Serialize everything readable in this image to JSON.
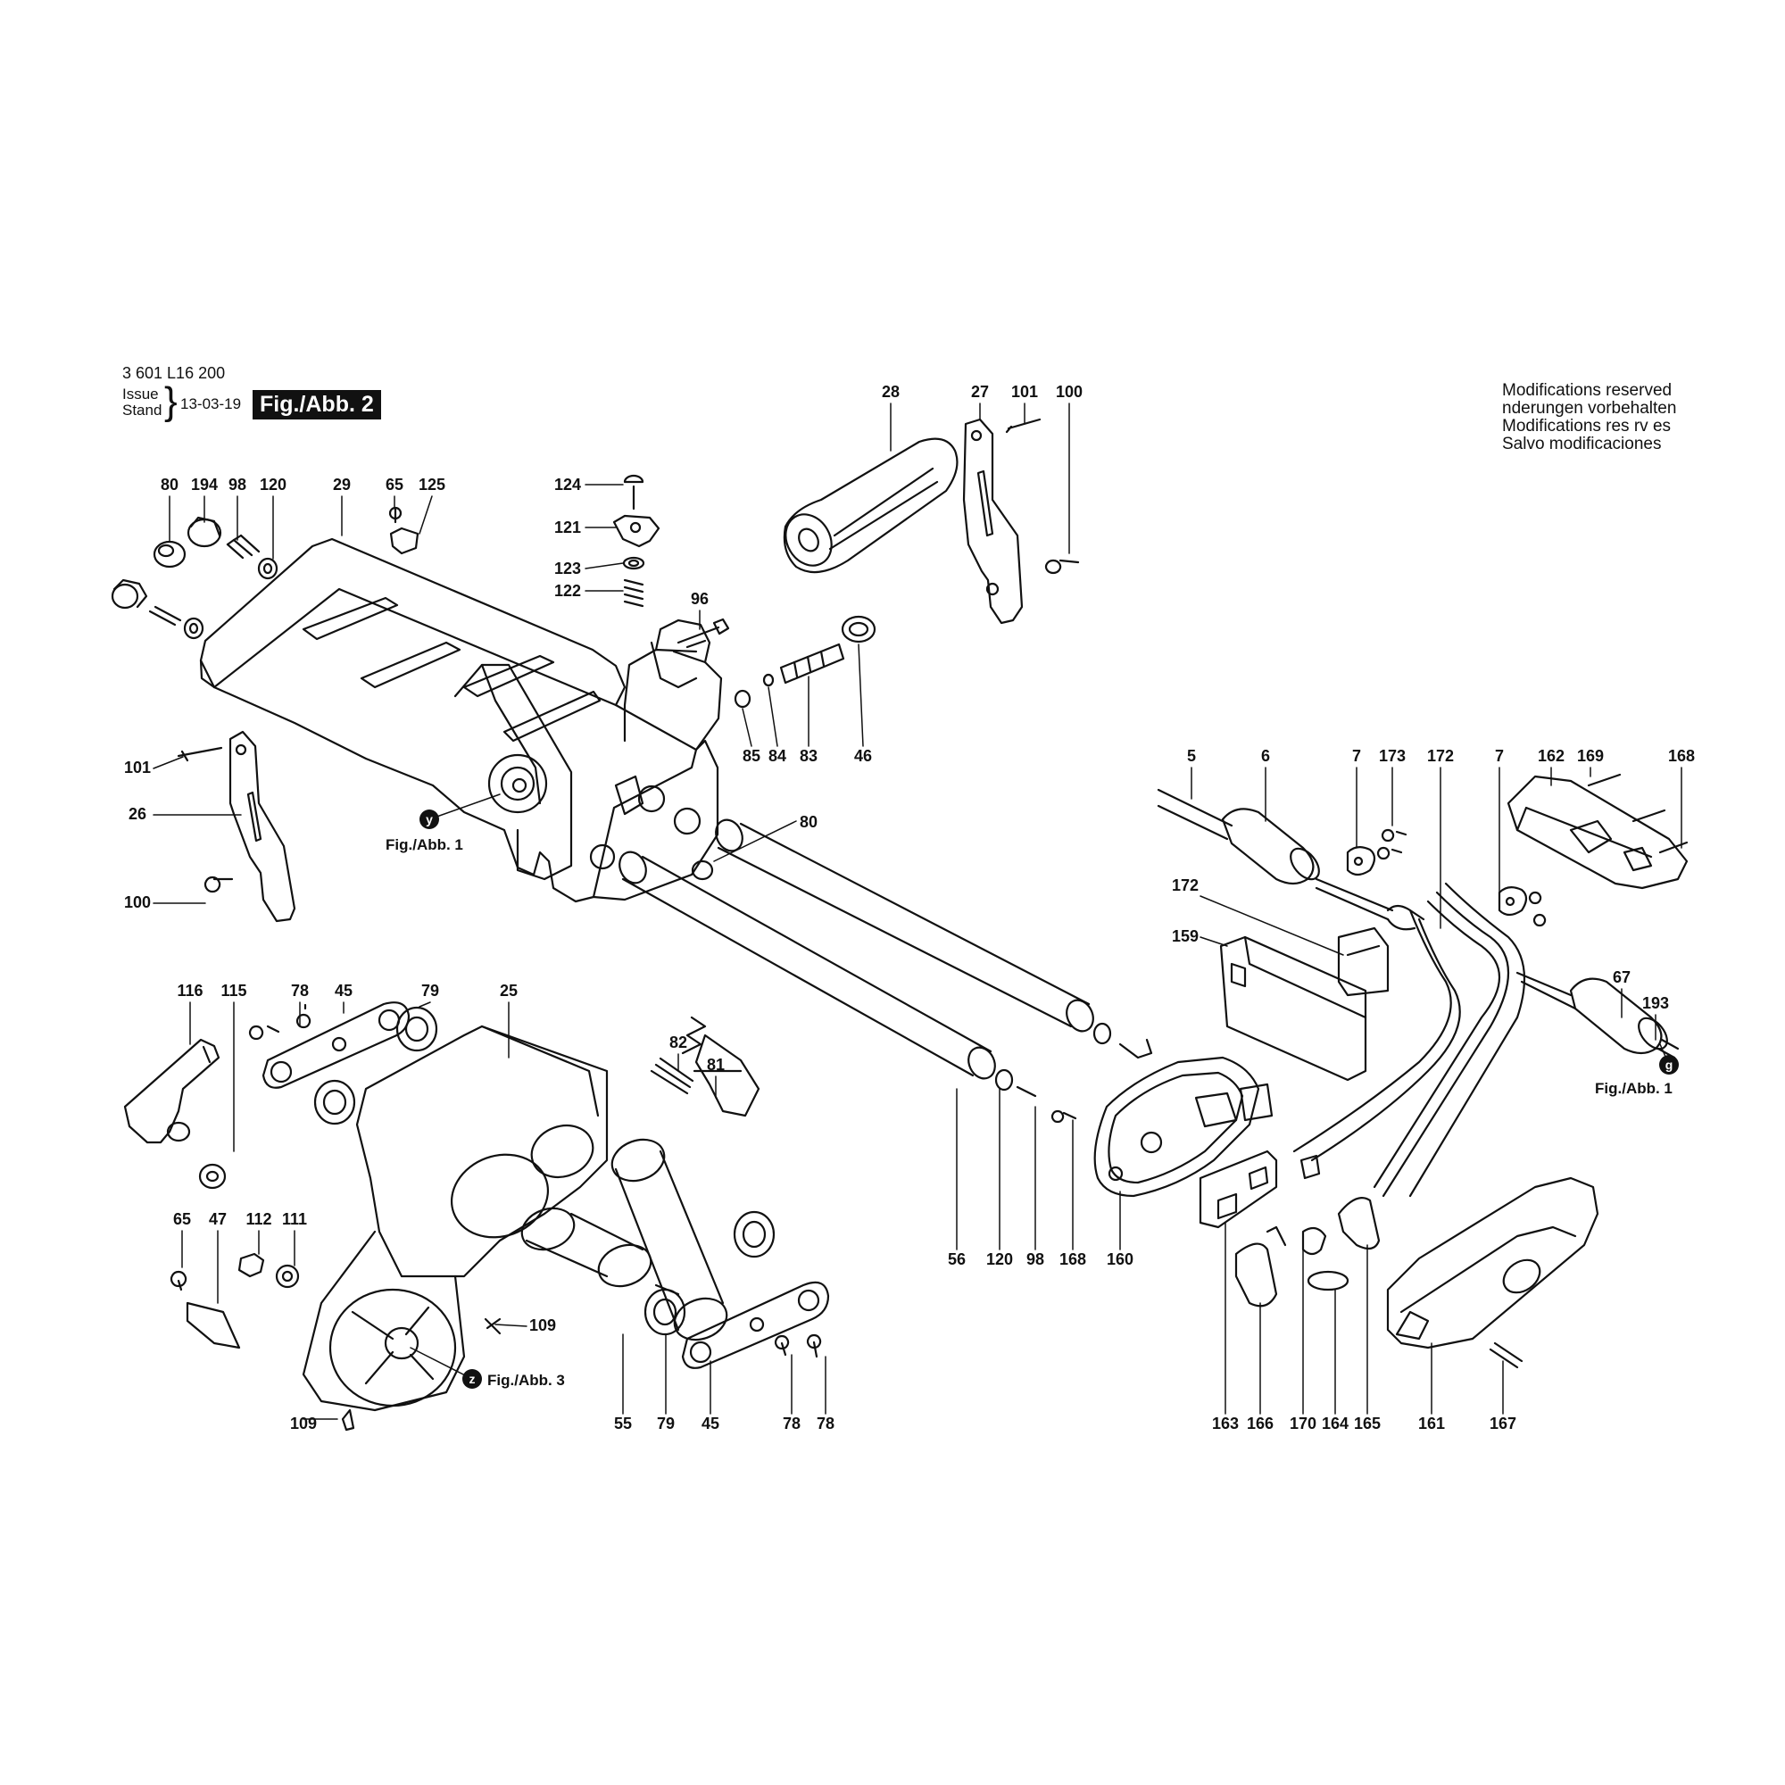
{
  "header": {
    "part_number": "3 601 L16 200",
    "issue_label": "Issue",
    "stand_label": "Stand",
    "date": "13-03-19",
    "figure_tag": "Fig./Abb. 2"
  },
  "modifications_notice": [
    "Modifications reserved",
    " nderungen vorbehalten",
    "Modifications res rv es",
    "Salvo modificaciones"
  ],
  "figure_refs": [
    {
      "marker": "y",
      "text": "Fig./Abb. 1"
    },
    {
      "marker": "z",
      "text": "Fig./Abb. 3"
    },
    {
      "marker": "g",
      "text": "Fig./Abb. 1"
    }
  ],
  "callouts": [
    "80",
    "194",
    "98",
    "120",
    "29",
    "65",
    "125",
    "124",
    "121",
    "123",
    "122",
    "96",
    "85",
    "84",
    "83",
    "46",
    "28",
    "27",
    "101",
    "100",
    "101",
    "26",
    "100",
    "80",
    "116",
    "115",
    "78",
    "45",
    "79",
    "25",
    "82",
    "81",
    "65",
    "47",
    "112",
    "111",
    "109",
    "109",
    "55",
    "79",
    "45",
    "78",
    "78",
    "56",
    "120",
    "98",
    "168",
    "160",
    "5",
    "6",
    "7",
    "173",
    "172",
    "7",
    "162",
    "169",
    "168",
    "172",
    "159",
    "67",
    "193",
    "163",
    "166",
    "170",
    "164",
    "165",
    "161",
    "167"
  ]
}
